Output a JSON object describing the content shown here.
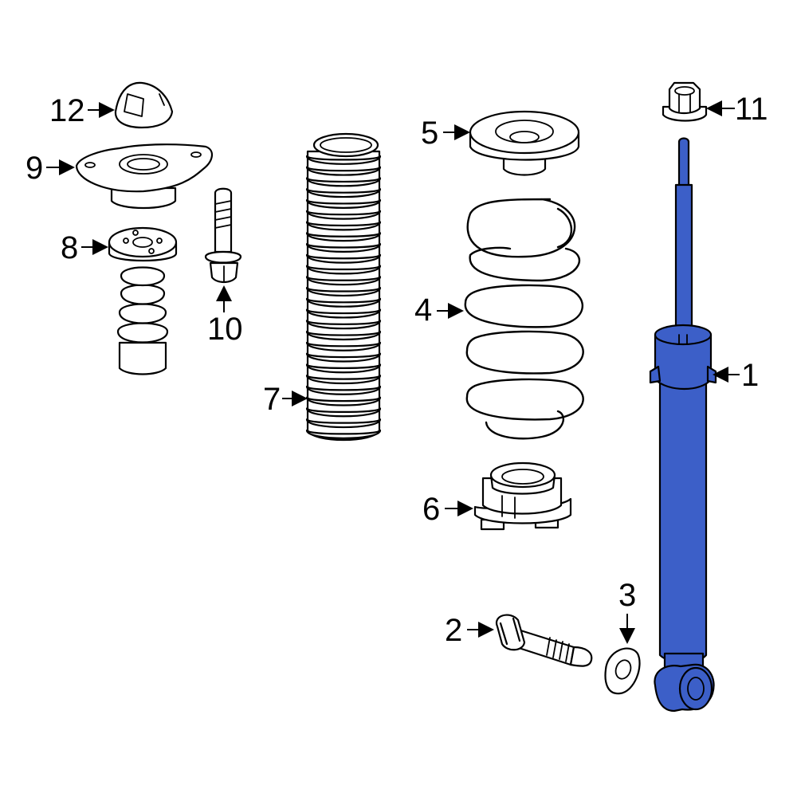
{
  "colors": {
    "highlight": "#3c5fc8",
    "line": "#000000",
    "background": "#ffffff"
  },
  "callouts": {
    "c1": "1",
    "c2": "2",
    "c3": "3",
    "c4": "4",
    "c5": "5",
    "c6": "6",
    "c7": "7",
    "c8": "8",
    "c9": "9",
    "c10": "10",
    "c11": "11",
    "c12": "12"
  }
}
